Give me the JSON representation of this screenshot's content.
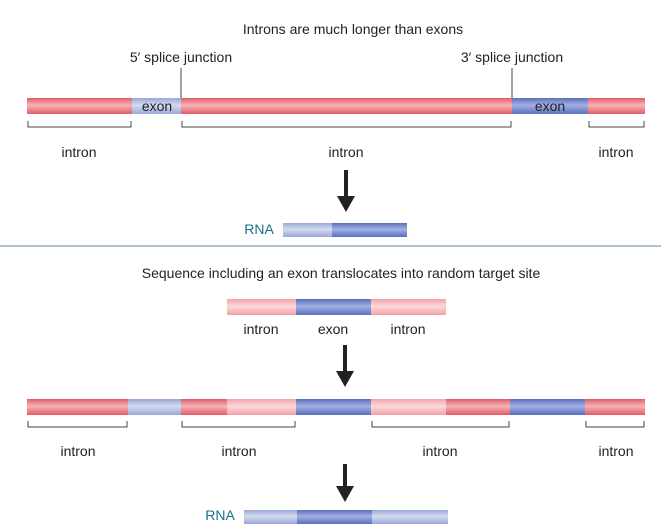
{
  "top": {
    "title": "Introns are much longer than exons",
    "junction5": "5′ splice junction",
    "junction3": "3′ splice junction",
    "exon_label": "exon",
    "intron_label": "intron",
    "rna_label": "RNA"
  },
  "bottom": {
    "title": "Sequence including an exon translocates into random target site",
    "intron_label": "intron",
    "exon_label": "exon",
    "rna_label": "RNA"
  },
  "colors": {
    "intron_red": "#e8707a",
    "intron_red_light": "#f4a8ae",
    "exon_blue": "#6f82c8",
    "exon_blue_light": "#aab6dd",
    "divider": "#8fb2c2",
    "arrow": "#222222",
    "rna_text": "#1a6f8a"
  }
}
